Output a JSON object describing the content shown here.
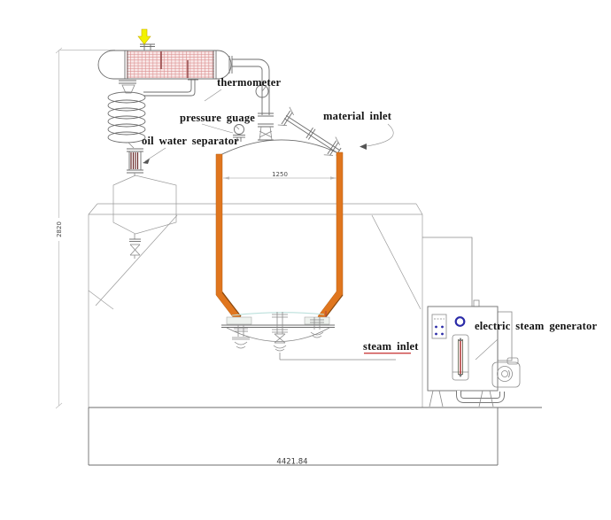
{
  "drawing": {
    "labels": {
      "thermometer": "thermometer",
      "pressure_gauge": "pressure guage",
      "oil_water_separator": "oil water separator",
      "material_inlet": "material inlet",
      "steam_inlet": "steam inlet",
      "electric_steam_generator": "electric steam generator"
    },
    "dimensions": {
      "vessel_inner_width": "1250",
      "overall_height": "2820",
      "base_length": "4421.84"
    },
    "colors": {
      "vessel_wall_orange": "#E0761E",
      "vessel_wall_edge": "#8B4A10",
      "condenser_fill_pink": "#F9E9E9",
      "condenser_grid_red": "#D98A8A",
      "condenser_baffle_red": "#8B3A3A",
      "flame_arrow_yellow": "#F2F200",
      "indicator_blue": "#2B2BA8",
      "sight_glass_red": "#B03030",
      "separator_hatch_maroon": "#6B2B2B",
      "label_underline_red": "#CC4444",
      "liquid_level_teal": "#BCE0DC"
    }
  }
}
